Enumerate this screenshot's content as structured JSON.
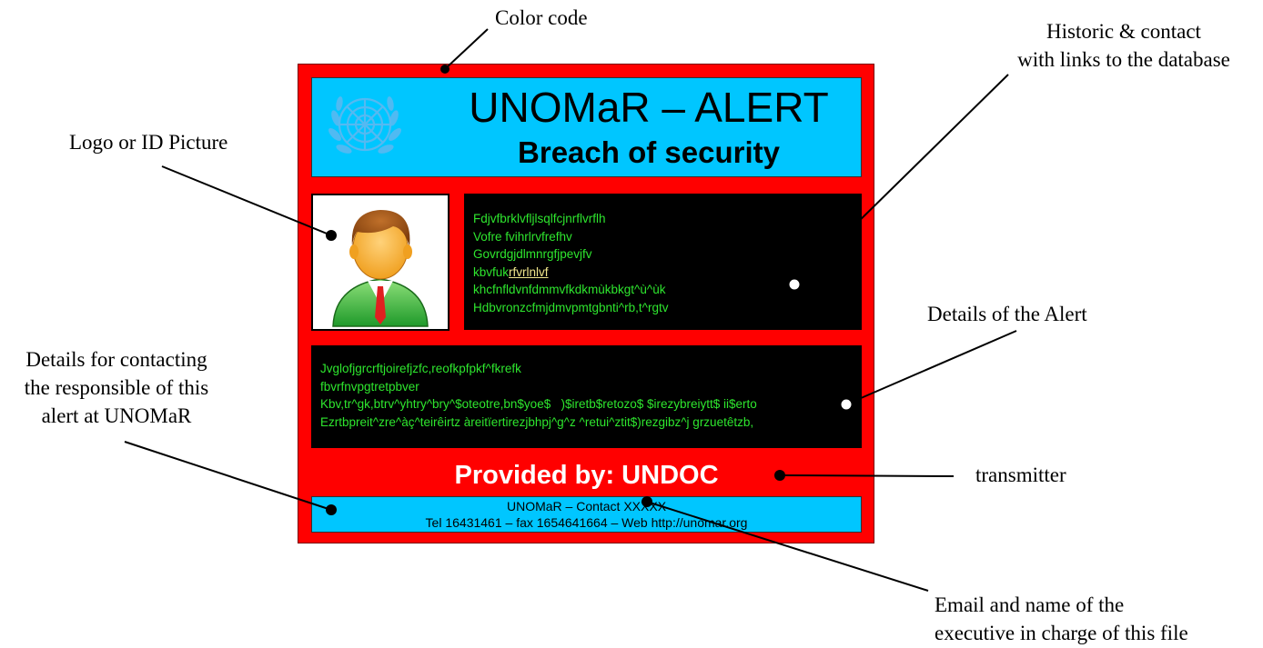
{
  "annotations": {
    "color_code": "Color code",
    "historic": "Historic & contact\nwith links to the database",
    "logo": "Logo or ID Picture",
    "details_alert": "Details of the Alert",
    "details_contact": "Details for contacting\nthe responsible of this\nalert at UNOMaR",
    "transmitter": "transmitter",
    "email": "Email and name of the\nexecutive in charge of this file"
  },
  "card": {
    "background_color": "#ff0000",
    "header": {
      "title": "UNOMaR – ALERT",
      "subtitle": "Breach of security",
      "background_color": "#00c6ff",
      "logo_icon": "un-emblem-icon"
    },
    "id_picture_icon": "user-avatar-icon",
    "historic": {
      "lines": [
        "Fdjvfbrklvfljlsqlfcjnrflvrflh",
        "Vofre fvihrlrvfrefhv",
        "Govrdgjdlmnrgfjpevjfv"
      ],
      "line4_prefix": "kbvfuk",
      "line4_link": "rfvrlnlvf",
      "lines_after": [
        "khcfnfldvnfdmmvfkdkmùkbkgt^ù^ùk",
        "Hdbvronzcfmjdmvpmtgbnti^rb,t^rgtv"
      ],
      "text_color": "#2ee62e"
    },
    "details": {
      "lines": [
        "Jvglofjgrcrftjoirefjzfc,reofkpfpkf^fkrefk",
        "fbvrfnvpgtretpbver",
        "Kbv,tr^gk,btrv^yhtry^bry^$oteotre,bn$yoe$   )$iretb$retozo$ $irezybreiytt$ ii$erto",
        "Ezrtbpreit^zre^àç^teirêirtz àreitïertirezjbhpj^g^z ^retui^ztit$)rezgibz^j grzuetêtzb,"
      ]
    },
    "provider": "Provided by: UNDOC",
    "contact": {
      "line1": "UNOMaR – Contact XXXXX",
      "line2": "Tel 16431461 – fax 1654641664 – Web http://unomar.org"
    }
  }
}
